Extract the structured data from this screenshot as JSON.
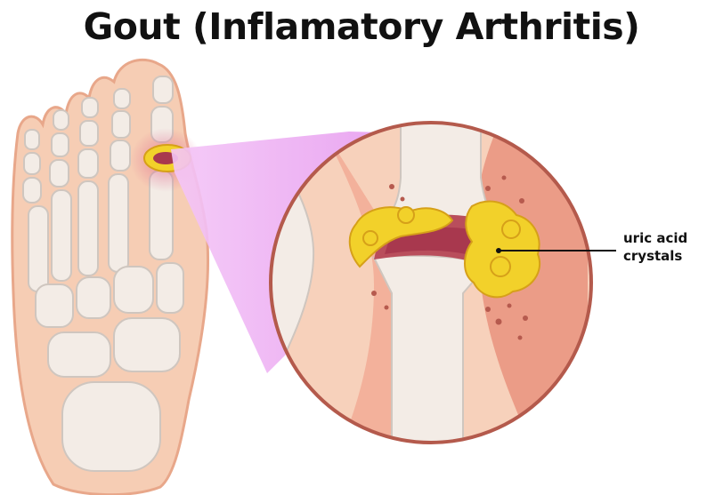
{
  "title": "Gout (Inflamatory Arthritis)",
  "callout": {
    "line1": "uric acid",
    "line2": "crystals"
  },
  "colors": {
    "skin": "#f6cdb4",
    "skin_outline": "#e8a78a",
    "bone": "#f3ece6",
    "bone_outline": "#cfc6bf",
    "magnifier": "#e9a8f0",
    "inflamed": "#c4706e",
    "crystals": "#f2d12a",
    "crystal_outline": "#d6a019",
    "circle_border": "#b45a4c"
  }
}
